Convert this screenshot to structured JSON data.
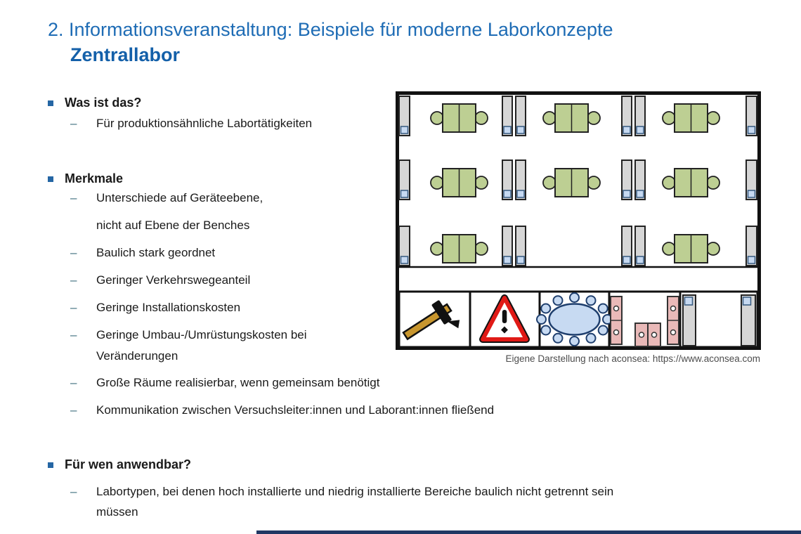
{
  "slide": {
    "title": "2. Informationsveranstaltung: Beispiele für moderne Laborkonzepte",
    "subtitle": "Zentrallabor"
  },
  "bullets": {
    "dash": "–"
  },
  "sections": [
    {
      "heading": "Was ist das?",
      "items": [
        {
          "lines": [
            "Für produktionsähnliche Labortätigkeiten"
          ]
        }
      ]
    },
    {
      "heading": "Merkmale",
      "items": [
        {
          "lines": [
            "Unterschiede auf Geräteebene,",
            "nicht auf Ebene der Benches"
          ]
        },
        {
          "lines": [
            "Baulich stark geordnet"
          ]
        },
        {
          "lines": [
            "Geringer Verkehrswegeanteil"
          ]
        },
        {
          "lines": [
            "Geringe Installationskosten"
          ]
        },
        {
          "lines": [
            "Geringe Umbau-/Umrüstungskosten bei",
            "Veränderungen"
          ]
        },
        {
          "lines": [
            "Große Räume realisierbar, wenn gemeinsam benötigt"
          ]
        },
        {
          "lines": [
            "Kommunikation zwischen Versuchsleiter:innen und Laborant:innen fließend"
          ]
        }
      ]
    },
    {
      "heading": "Für wen anwendbar?",
      "items": [
        {
          "lines": [
            "Labortypen, bei denen hoch installierte und niedrig installierte Bereiche baulich nicht getrennt sein",
            "müssen"
          ]
        }
      ]
    }
  ],
  "figure": {
    "caption": "Eigene Darstellung nach aconsea: https://www.aconsea.com",
    "description": "Floor plan of a central laboratory: three rows of green lab benches alternating with gray equipment cabinets, a corridor, and a bottom row of cells containing a hammer icon, a warning triangle, an oval meeting table with chairs, and pink/gray storage cabinets",
    "icons": [
      "hammer-icon",
      "warning-triangle-icon",
      "meeting-table-icon",
      "pink-cabinets-icon",
      "gray-cabinets-icon"
    ]
  },
  "colors": {
    "title_blue": "#1E6CB5",
    "subtitle_blue": "#1460A9",
    "body_text": "#1A1A1A",
    "dash_bullet": "#3E6F7E",
    "square_bullet": "#2566A4",
    "caption_gray": "#4D4D4D",
    "bench_green": "#BDCF93",
    "cabinet_gray": "#D6D6D6",
    "door_blue": "#C6D9F1",
    "pink_cabinet": "#E9B9B8",
    "meeting_table_blue": "#C7DAF2",
    "warning_red": "#E01A16",
    "hammer_gold": "#C8962E",
    "footer_navy": "#203864"
  }
}
